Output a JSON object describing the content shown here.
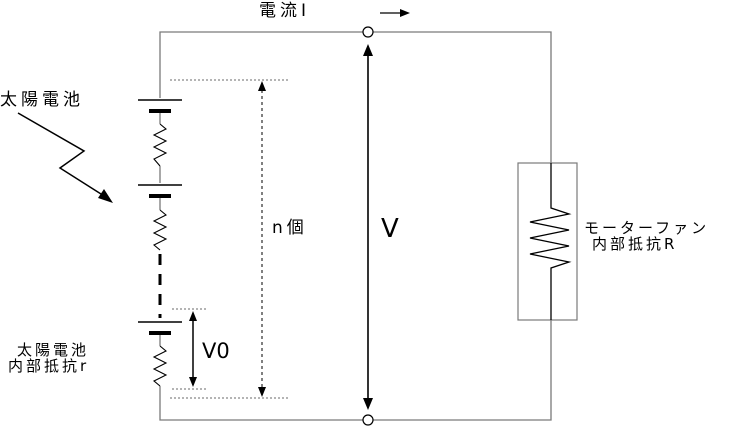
{
  "labels": {
    "current": "電流I",
    "solar_cell": "太陽電池",
    "count": "n個",
    "voltage_total": "V",
    "cell_voltage": "V0",
    "cell_internal_line1": "太陽電池",
    "cell_internal_line2": "内部抵抗r",
    "motor_line1": "モーターファン",
    "motor_line2": "内部抵抗R"
  },
  "colors": {
    "wire": "#7a7a7a",
    "ink": "#000000",
    "dotted": "#6a6a6a"
  }
}
